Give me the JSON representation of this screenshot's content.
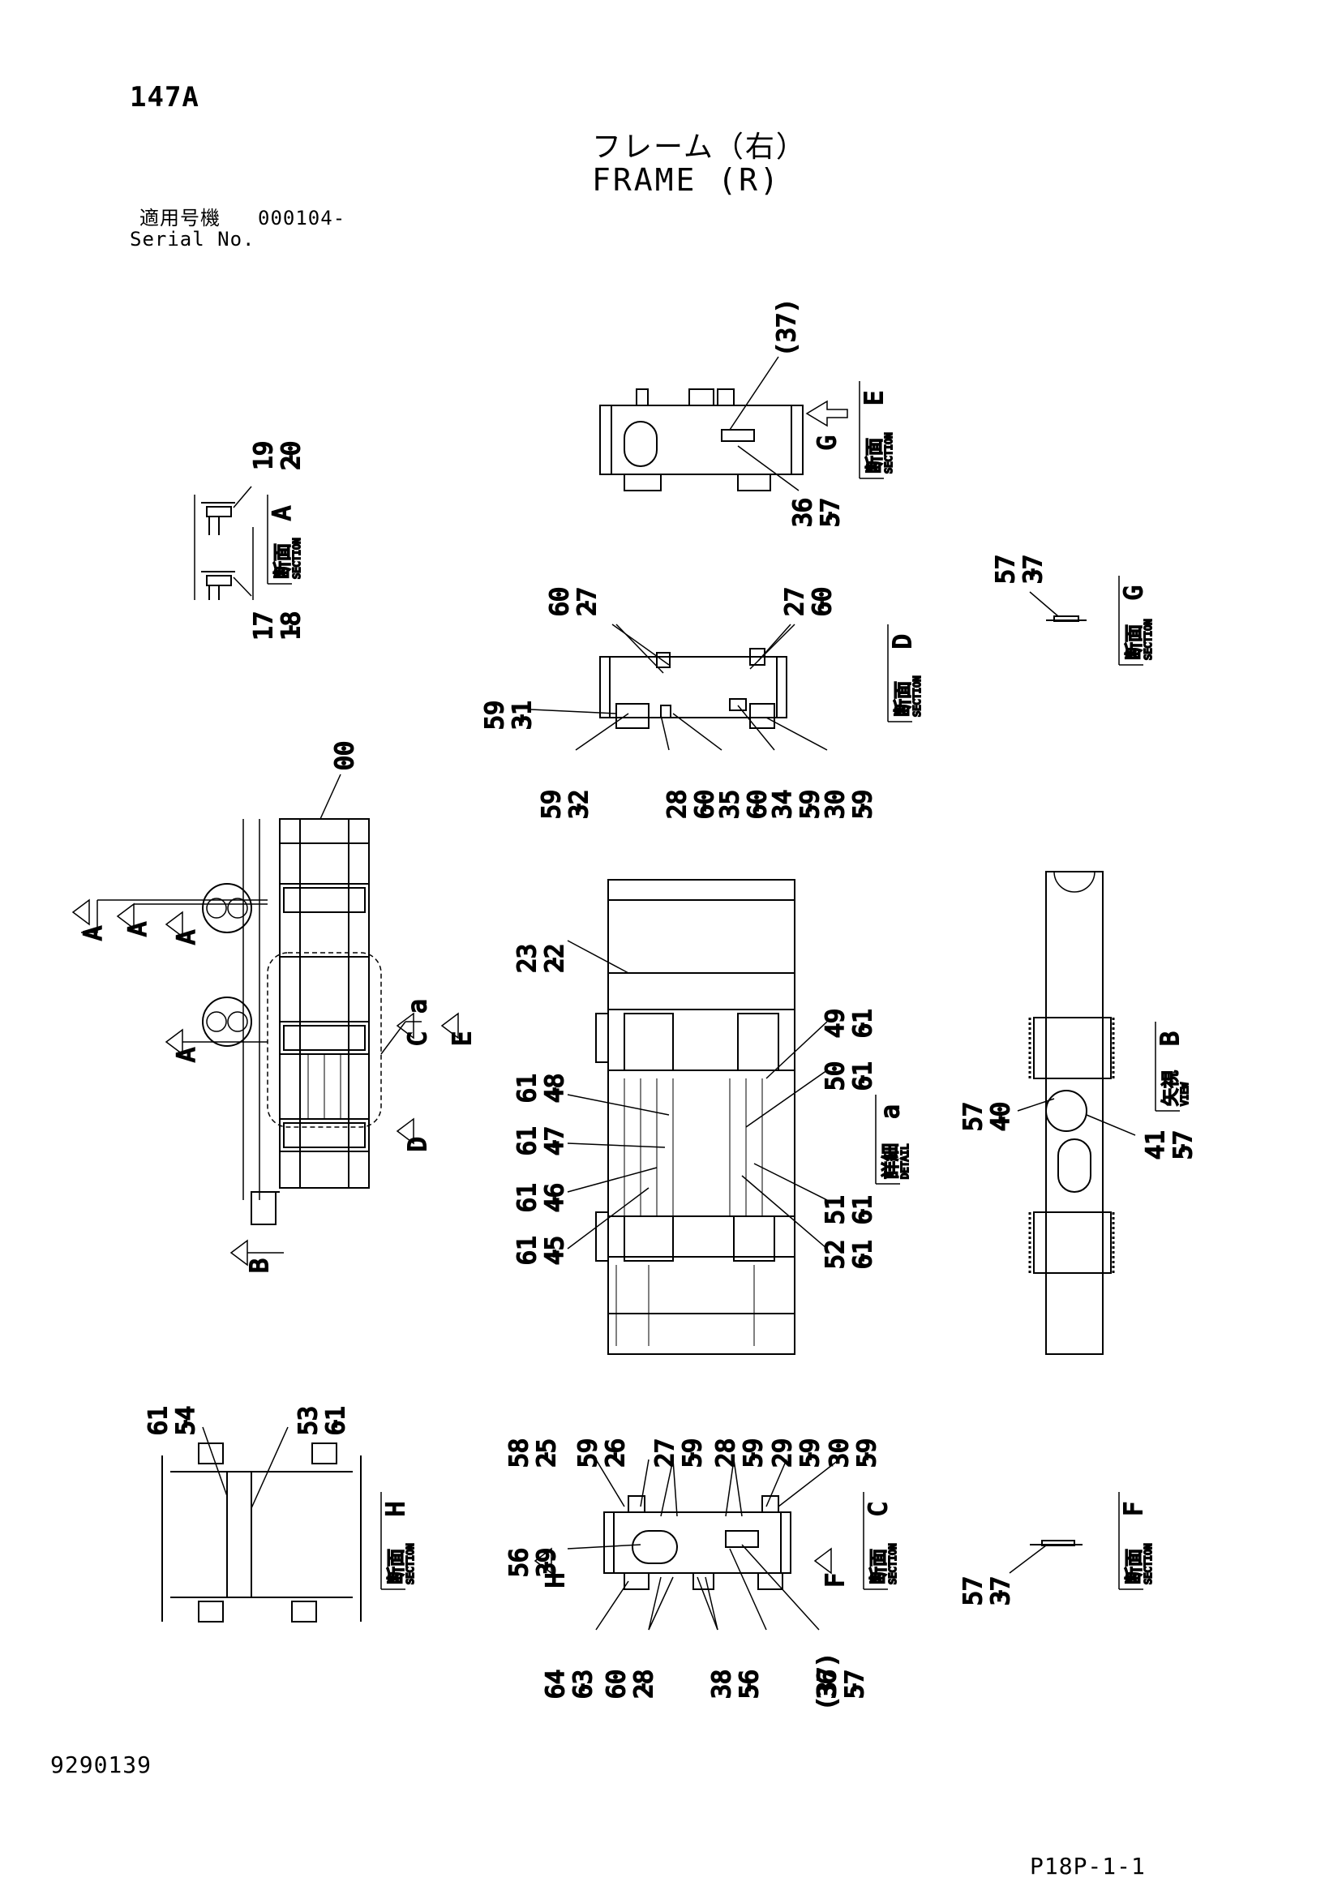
{
  "header": {
    "code": "147A",
    "title_jp": "フレーム（右）",
    "title_en": "FRAME (R)",
    "serial_label_jp": "適用号機",
    "serial_value": "000104-",
    "serial_label_en": "Serial No."
  },
  "footer": {
    "left_number": "9290139",
    "page_ref": "P18P-1-1"
  },
  "section_tags": {
    "section_jp": "断面",
    "section_en": "SECTION",
    "view_jp": "矢視",
    "view_en": "VIEW",
    "detail_jp": "詳細",
    "detail_en": "DETAIL"
  },
  "views": {
    "A": "A",
    "B": "B",
    "C": "C",
    "D": "D",
    "E": "E",
    "F": "F",
    "G": "G",
    "H": "H",
    "a": "a"
  },
  "callouts": {
    "c00": "00",
    "c19_20": [
      "19",
      "-",
      "20"
    ],
    "c17_18": [
      "17",
      "-",
      "18"
    ],
    "c37p": "(37)",
    "c36_57_E": [
      "36",
      "-",
      "57"
    ],
    "c57_37_G": [
      "57",
      "-",
      "37"
    ],
    "c60_27_left": [
      "60",
      "-",
      "27"
    ],
    "c27_60_right": [
      "27",
      "-",
      "60"
    ],
    "c59_31": [
      "59",
      "-",
      "31"
    ],
    "c59_32": [
      "59",
      "-",
      "32"
    ],
    "c28_60": [
      "28",
      "-",
      "60"
    ],
    "c35_60": [
      "35",
      "-",
      "60"
    ],
    "c34_59": [
      "34",
      "-",
      "59"
    ],
    "c30_59_D": [
      "30",
      "-",
      "59"
    ],
    "c23_22": [
      "23",
      "-",
      "22"
    ],
    "c49_61": [
      "49",
      "-",
      "61"
    ],
    "c50_61": [
      "50",
      "-",
      "61"
    ],
    "c61_48": [
      "61",
      "-",
      "48"
    ],
    "c61_47": [
      "61",
      "-",
      "47"
    ],
    "c61_46": [
      "61",
      "-",
      "46"
    ],
    "c61_45": [
      "61",
      "-",
      "45"
    ],
    "c51_61": [
      "51",
      "-",
      "61"
    ],
    "c52_61": [
      "52",
      "-",
      "61"
    ],
    "c57_40": [
      "57",
      "-",
      "40"
    ],
    "c41_57": [
      "41",
      "-",
      "57"
    ],
    "c61_54": [
      "61",
      "-",
      "54"
    ],
    "c53_61": [
      "53",
      "-",
      "61"
    ],
    "c58_25": [
      "58",
      "-",
      "25"
    ],
    "c59_26": [
      "59",
      "-",
      "26"
    ],
    "c27_59": [
      "27",
      "-",
      "59"
    ],
    "c28_59": [
      "28",
      "-",
      "59"
    ],
    "c29_59": [
      "29",
      "-",
      "59"
    ],
    "c30_59_C": [
      "30",
      "-",
      "59"
    ],
    "c56_39": [
      "56",
      "-",
      "39"
    ],
    "c64_63": [
      "64",
      "-",
      "63"
    ],
    "c60_28": [
      "60",
      "-",
      "28"
    ],
    "c38_56": [
      "38",
      "-",
      "56"
    ],
    "c37p_C": "(37)",
    "c36_57_C": [
      "36",
      "-",
      "57"
    ],
    "c57_37_F": [
      "57",
      "-",
      "37"
    ]
  }
}
